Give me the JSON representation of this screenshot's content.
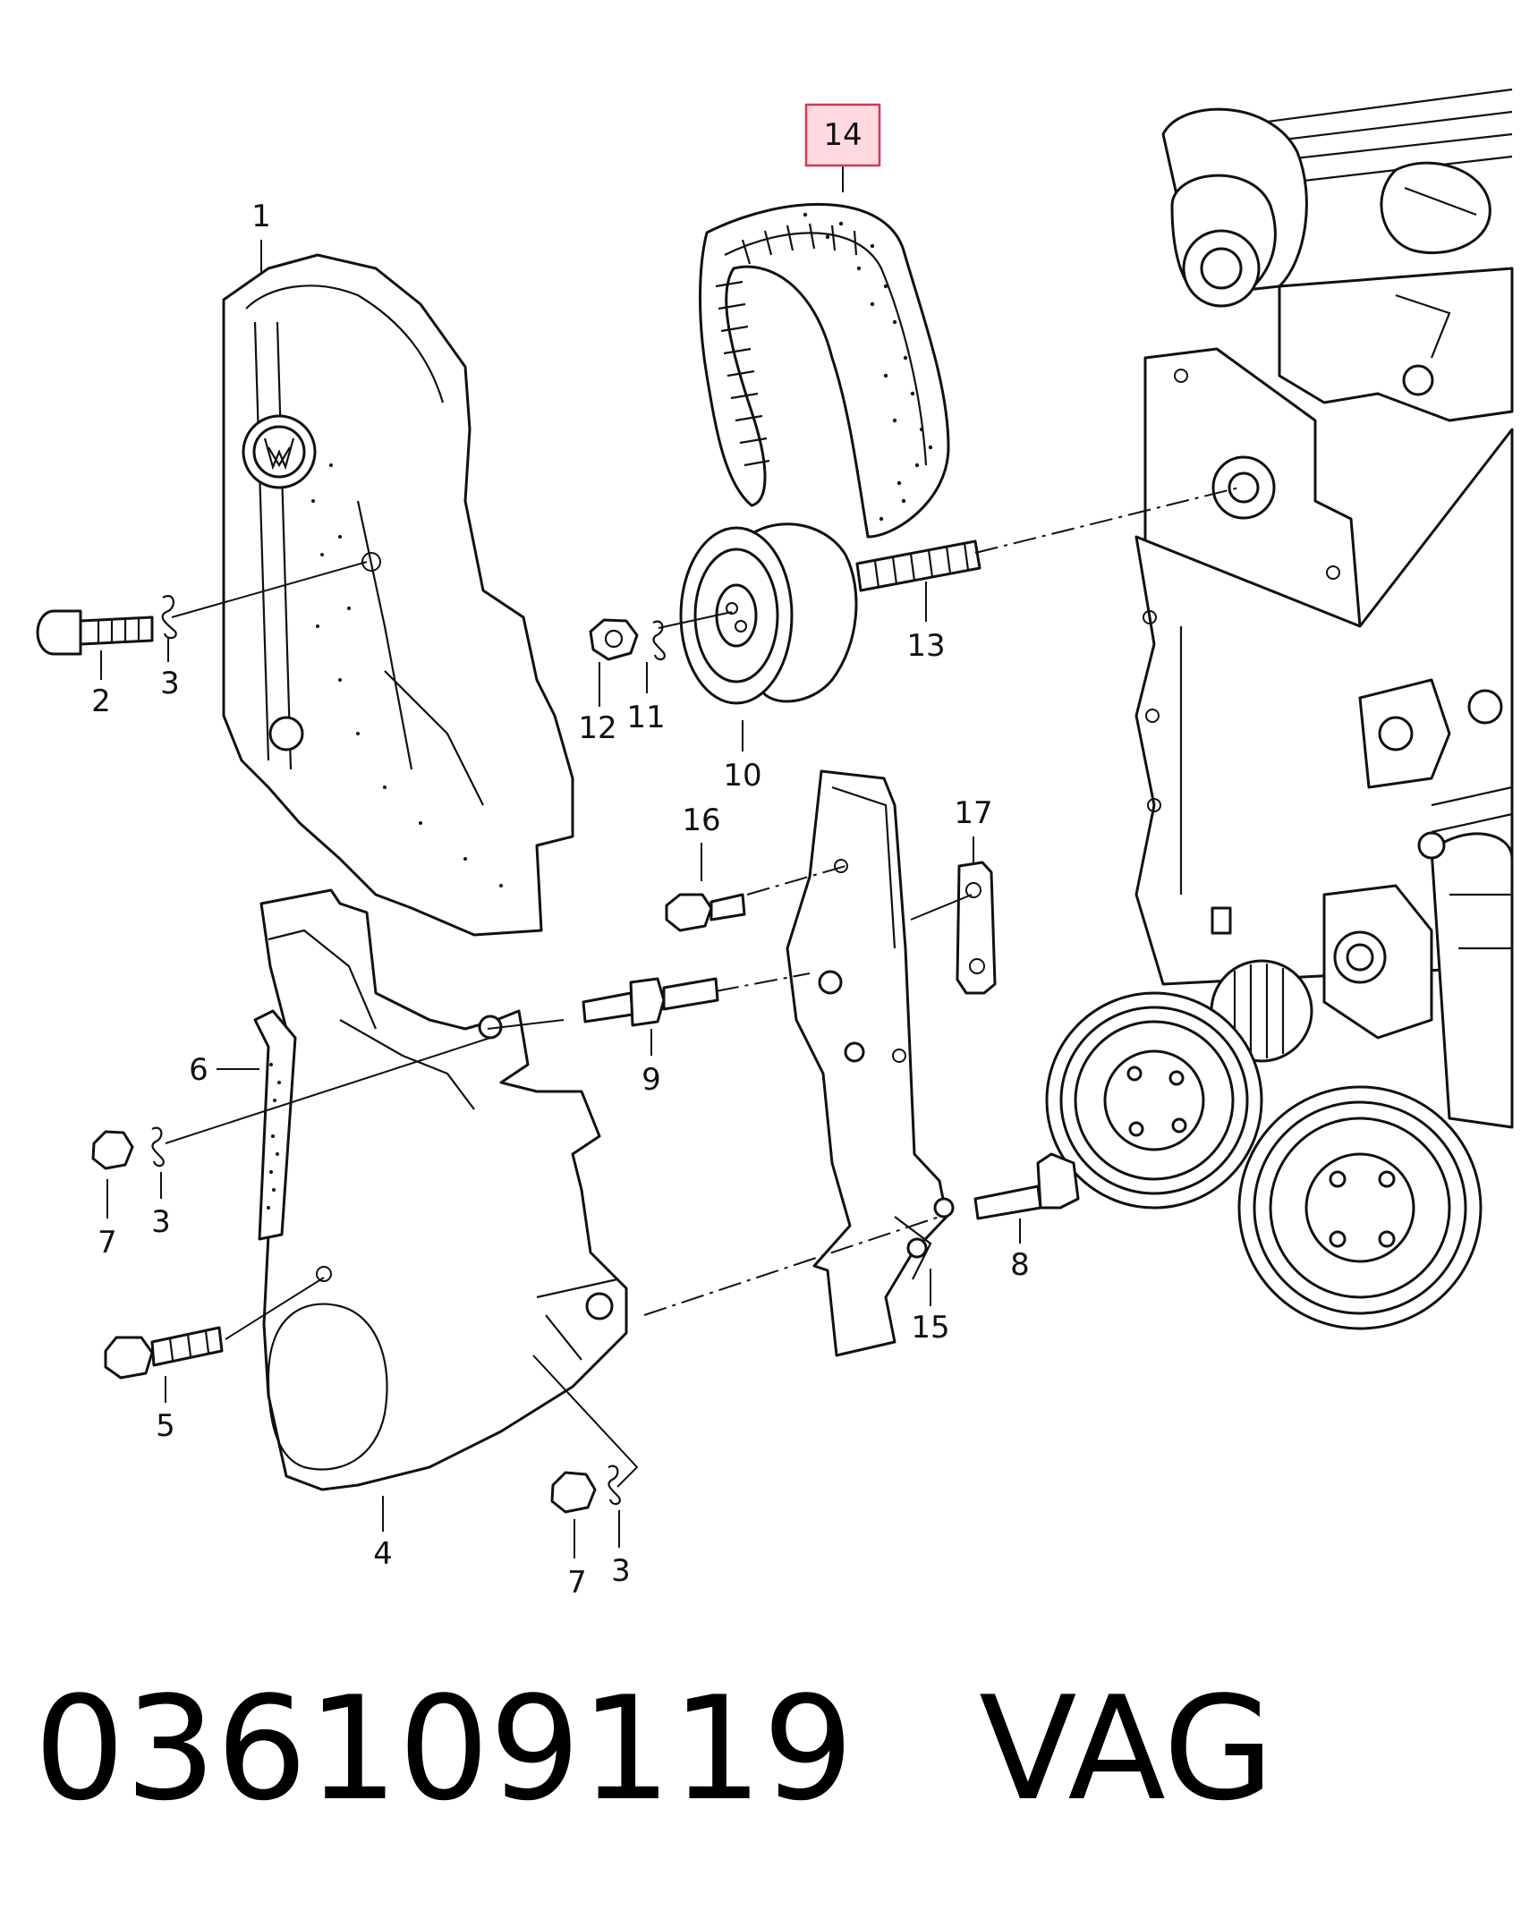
{
  "callouts": {
    "c1": "1",
    "c2": "2",
    "c3a": "3",
    "c3b": "3",
    "c3c": "3",
    "c4": "4",
    "c5": "5",
    "c6": "6",
    "c7a": "7",
    "c7b": "7",
    "c8": "8",
    "c9": "9",
    "c10": "10",
    "c11": "11",
    "c12": "12",
    "c13": "13",
    "c14": "14",
    "c15": "15",
    "c16": "16",
    "c17": "17"
  },
  "highlight": {
    "part": "14",
    "fill": "#ffd9df",
    "stroke": "#d03a52"
  },
  "footer": {
    "part_number": "036109119",
    "brand": "VAG"
  }
}
